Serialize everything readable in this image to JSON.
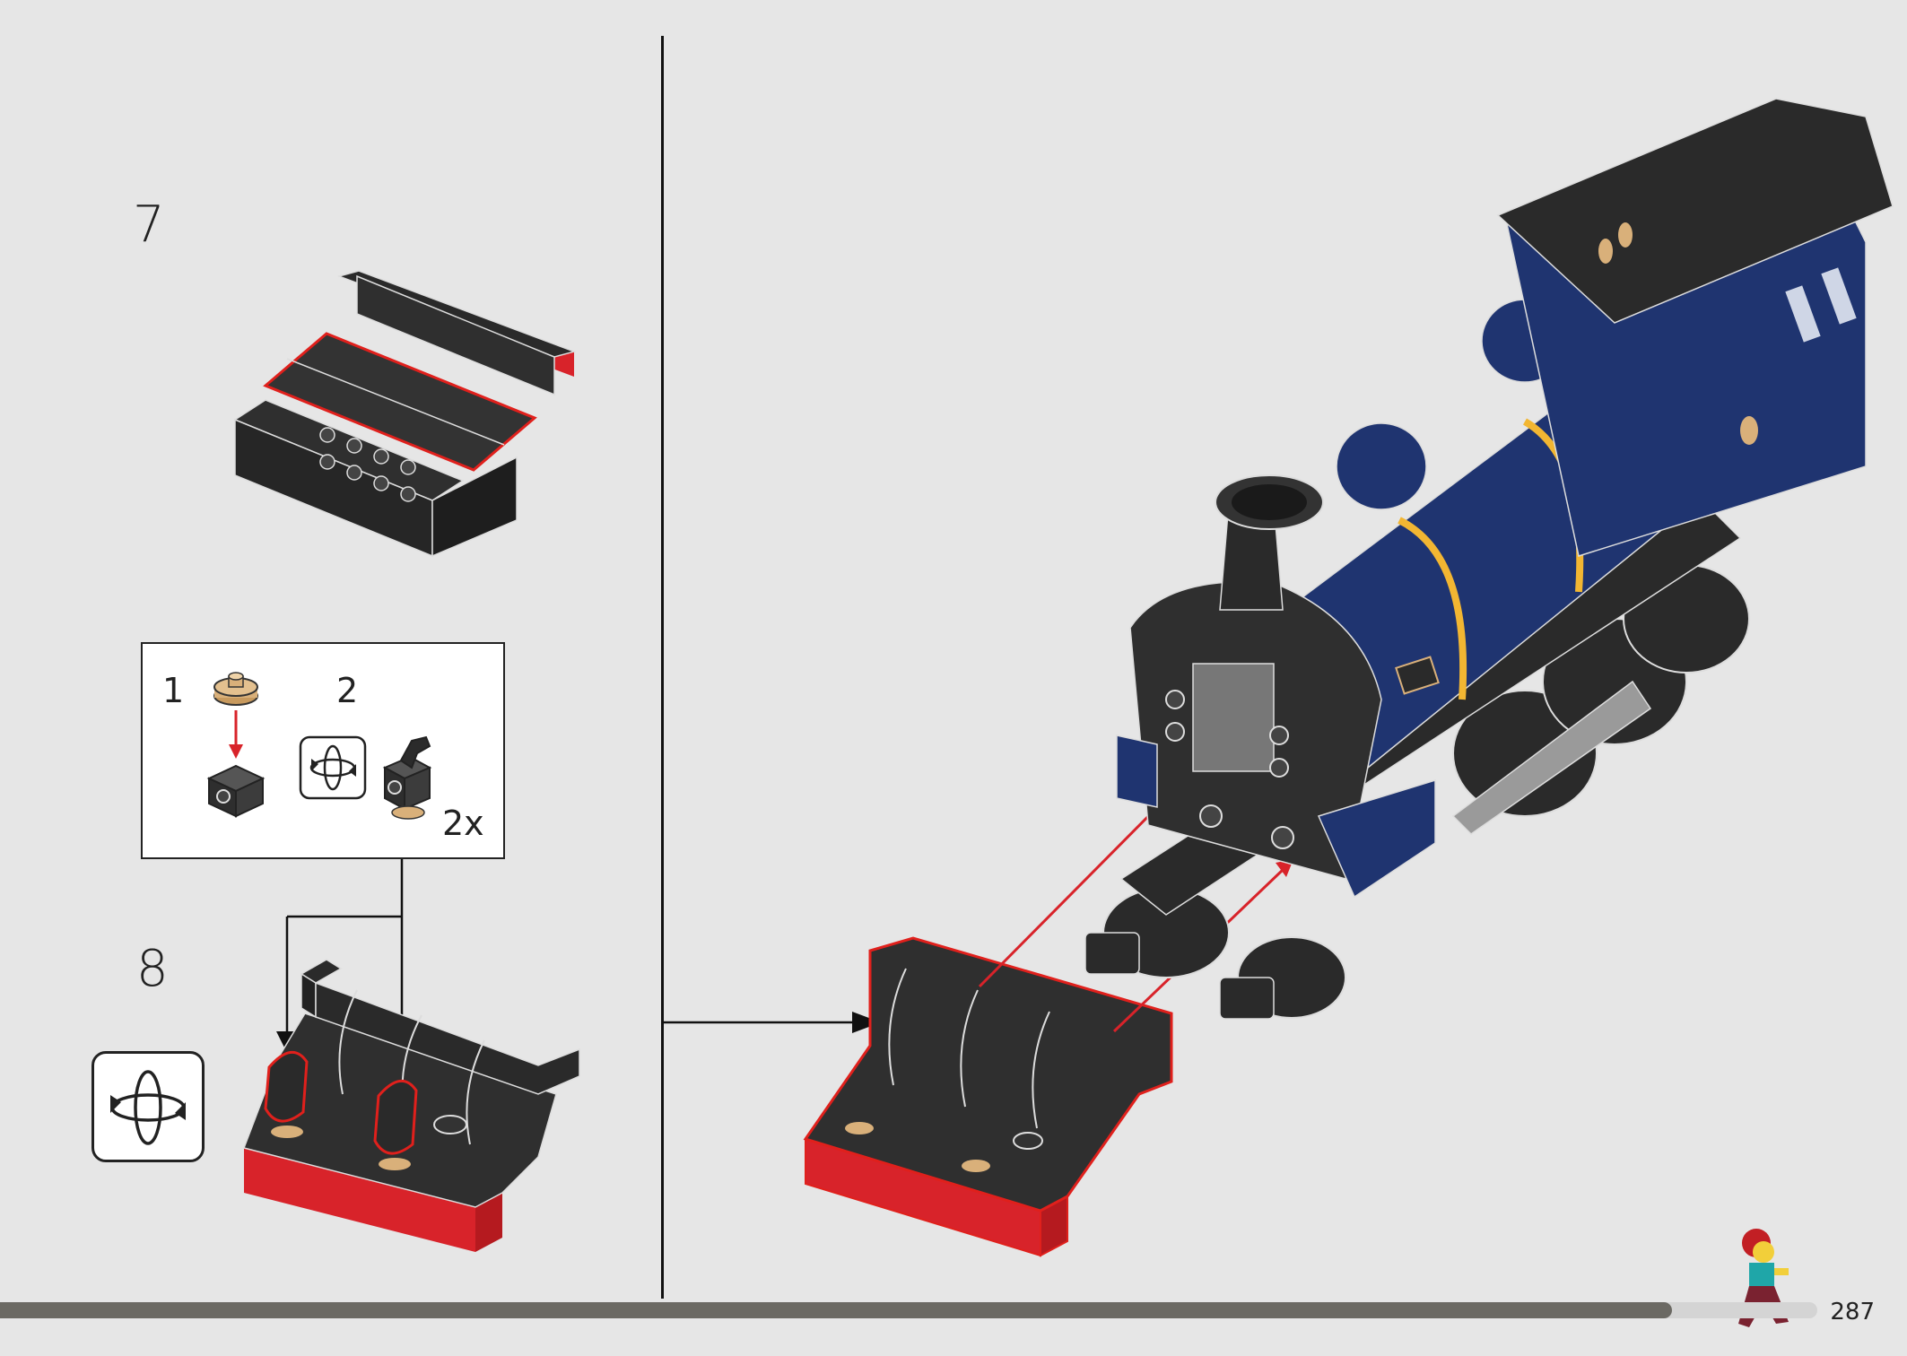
{
  "steps": {
    "step7": "7",
    "step8": "8"
  },
  "callout": {
    "sub1": "1",
    "sub2": "2",
    "quantity": "2x"
  },
  "icons": {
    "rotate": "rotate-model-icon"
  },
  "footer": {
    "page_number": "287",
    "progress": 0.92
  },
  "colors": {
    "background": "#e6e6e6",
    "highlight": "#e0201c",
    "dark_blue": "#1f3470",
    "brick_black": "#2a2a2a",
    "tan": "#d9b07a",
    "yellow_stripe": "#f2b632"
  }
}
